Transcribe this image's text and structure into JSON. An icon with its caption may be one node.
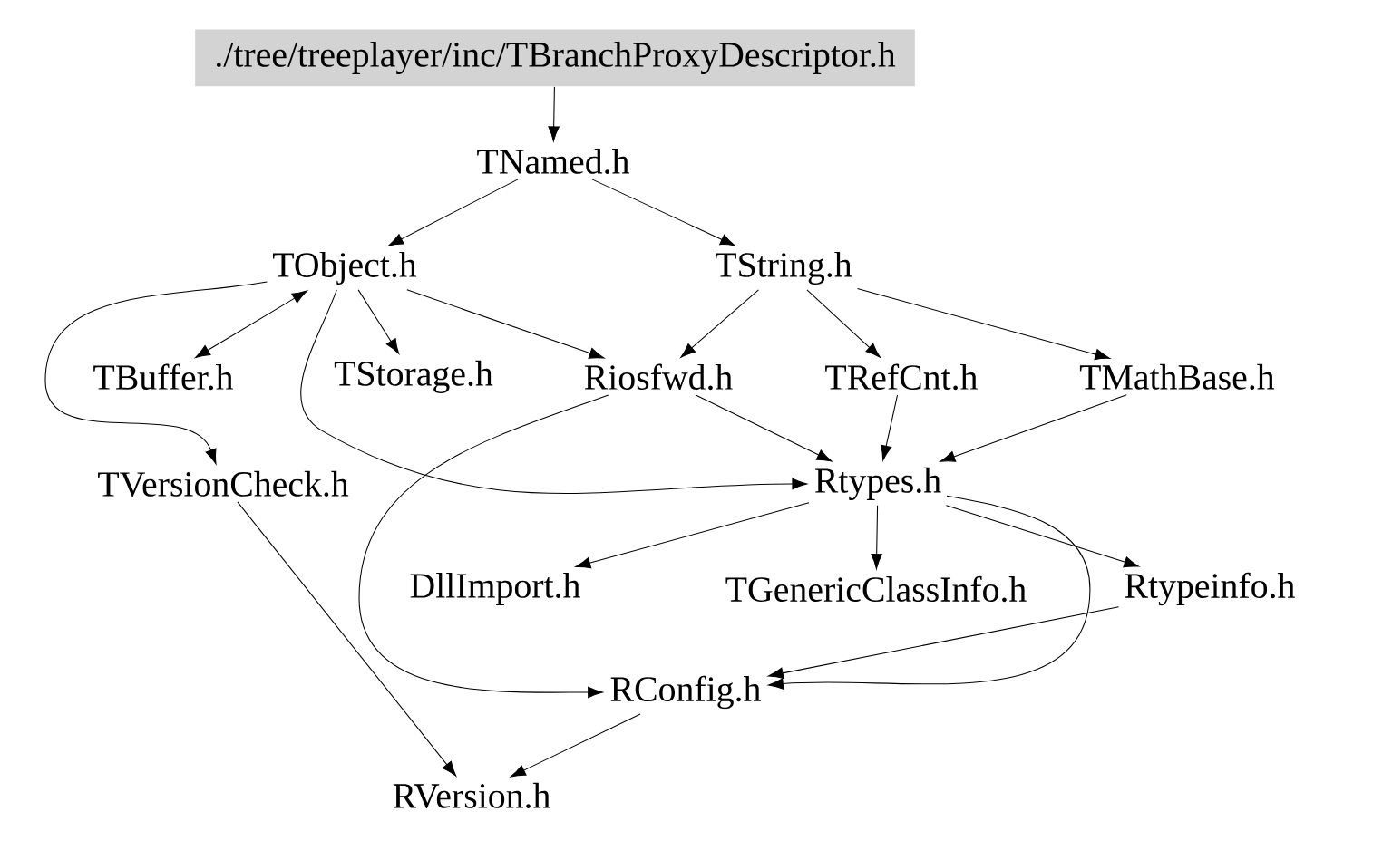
{
  "diagram": {
    "nodes": [
      {
        "text": [
          "./tree/treeplayer/inc/TBranchProxyDescriptor.h"
        ]
      },
      {
        "text": [
          "TNamed.h"
        ]
      },
      {
        "text": [
          "TObject.h"
        ]
      },
      {
        "text": [
          "TString.h"
        ]
      },
      {
        "text": [
          "TBuffer.h"
        ]
      },
      {
        "text": [
          "TStorage.h"
        ]
      },
      {
        "text": [
          "Riosfwd.h"
        ]
      },
      {
        "text": [
          "TRefCnt.h"
        ]
      },
      {
        "text": [
          "TMathBase.h"
        ]
      },
      {
        "text": [
          "TVersionCheck.h"
        ]
      },
      {
        "text": [
          "Rtypes.h"
        ]
      },
      {
        "text": [
          "DllImport.h"
        ]
      },
      {
        "text": [
          "TGenericClassInfo.h"
        ]
      },
      {
        "text": [
          "Rtypeinfo.h"
        ]
      },
      {
        "text": [
          "RConfig.h"
        ]
      },
      {
        "text": [
          "RVersion.h"
        ]
      }
    ],
    "edges": [
      {
        "from": 0,
        "to": 1,
        "arrow": "to"
      },
      {
        "from": 1,
        "to": 2,
        "arrow": "to"
      },
      {
        "from": 1,
        "to": 3,
        "arrow": "to"
      },
      {
        "from": 2,
        "to": 4,
        "arrow": "both"
      },
      {
        "from": 2,
        "to": 5,
        "arrow": "to"
      },
      {
        "from": 2,
        "to": 6,
        "arrow": "to"
      },
      {
        "from": 2,
        "to": 9,
        "arrow": "to"
      },
      {
        "from": 2,
        "to": 10,
        "arrow": "to"
      },
      {
        "from": 3,
        "to": 6,
        "arrow": "to"
      },
      {
        "from": 3,
        "to": 7,
        "arrow": "to"
      },
      {
        "from": 3,
        "to": 8,
        "arrow": "to"
      },
      {
        "from": 6,
        "to": 10,
        "arrow": "to"
      },
      {
        "from": 6,
        "to": 14,
        "arrow": "to"
      },
      {
        "from": 7,
        "to": 10,
        "arrow": "to"
      },
      {
        "from": 8,
        "to": 10,
        "arrow": "to"
      },
      {
        "from": 10,
        "to": 11,
        "arrow": "to"
      },
      {
        "from": 10,
        "to": 12,
        "arrow": "to"
      },
      {
        "from": 10,
        "to": 13,
        "arrow": "to"
      },
      {
        "from": 10,
        "to": 14,
        "arrow": "to"
      },
      {
        "from": 13,
        "to": 14,
        "arrow": "to"
      },
      {
        "from": 9,
        "to": 15,
        "arrow": "to"
      },
      {
        "from": 14,
        "to": 15,
        "arrow": "to"
      }
    ]
  }
}
